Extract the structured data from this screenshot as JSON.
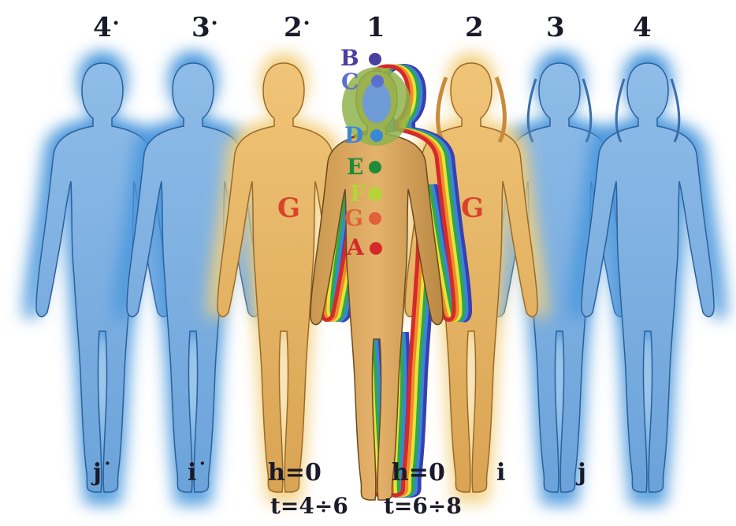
{
  "top_labels": [
    {
      "text": "4",
      "mark": "•"
    },
    {
      "text": "3",
      "mark": "•"
    },
    {
      "text": "2",
      "mark": "•"
    },
    {
      "text": "1",
      "mark": ""
    },
    {
      "text": "2",
      "mark": ""
    },
    {
      "text": "3",
      "mark": ""
    },
    {
      "text": "4",
      "mark": ""
    }
  ],
  "bottom_labels": [
    "j˙",
    "i˙",
    "h=0",
    "h=0",
    "i",
    "j"
  ],
  "time_labels": [
    "t=4÷6",
    "t=6÷8"
  ],
  "chakra_letters": [
    "B",
    "C",
    "D",
    "E",
    "F",
    "G",
    "A"
  ],
  "body_marks": [
    "G",
    "G"
  ],
  "colors": {
    "blue_body": "#7fb2e3",
    "blue_glow": "#4a97dd",
    "gold_body": "#e9b663",
    "gold_glow": "#f2cf7d",
    "label": "#1a1a2a",
    "chakra_B": "#4a3fa0",
    "chakra_C": "#5a6fcf",
    "chakra_D": "#3a86d8",
    "chakra_E": "#1f8a3a",
    "chakra_F": "#b6d43a",
    "chakra_G": "#e0603a",
    "chakra_A": "#d42a2a",
    "mark_G": "#d9432b"
  }
}
